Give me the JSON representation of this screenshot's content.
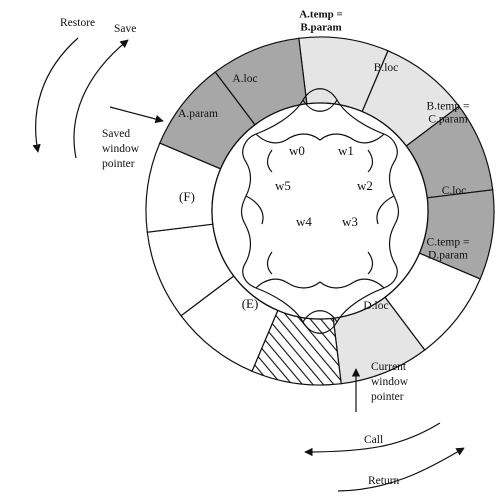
{
  "colors": {
    "dark_gray": "#a7a7a7",
    "light_gray": "#e5e5e5",
    "white": "#ffffff",
    "stroke": "#111111"
  },
  "segments": [
    {
      "id": "a-temp-b-param",
      "fill": "light_gray",
      "lines": [
        "A.temp =",
        "B.param"
      ],
      "bold": true
    },
    {
      "id": "b-loc",
      "fill": "light_gray",
      "lines": [
        "B.loc"
      ]
    },
    {
      "id": "b-temp-c-param",
      "fill": "dark_gray",
      "lines": [
        "B.temp =",
        "C.param"
      ]
    },
    {
      "id": "c-loc",
      "fill": "dark_gray",
      "lines": [
        "C.loc"
      ]
    },
    {
      "id": "c-temp-d-param",
      "fill": "white",
      "lines": [
        "C.temp =",
        "D.param"
      ]
    },
    {
      "id": "d-loc",
      "fill": "light_gray",
      "lines": [
        "D.loc"
      ]
    },
    {
      "id": "hatched",
      "fill": "hatch",
      "lines": []
    },
    {
      "id": "e",
      "fill": "white",
      "lines": [
        "(E)"
      ]
    },
    {
      "id": "blank-1",
      "fill": "white",
      "lines": []
    },
    {
      "id": "f",
      "fill": "white",
      "lines": [
        "(F)"
      ]
    },
    {
      "id": "a-param",
      "fill": "dark_gray",
      "lines": [
        "A.param"
      ]
    },
    {
      "id": "a-loc",
      "fill": "dark_gray",
      "lines": [
        "A.loc"
      ]
    }
  ],
  "windows": [
    "w0",
    "w1",
    "w2",
    "w3",
    "w4",
    "w5"
  ],
  "labels": {
    "restore": "Restore",
    "save": "Save",
    "saved_window_pointer": [
      "Saved",
      "window",
      "pointer"
    ],
    "current_window_pointer": [
      "Current",
      "window",
      "pointer"
    ],
    "call": "Call",
    "return": "Return"
  }
}
